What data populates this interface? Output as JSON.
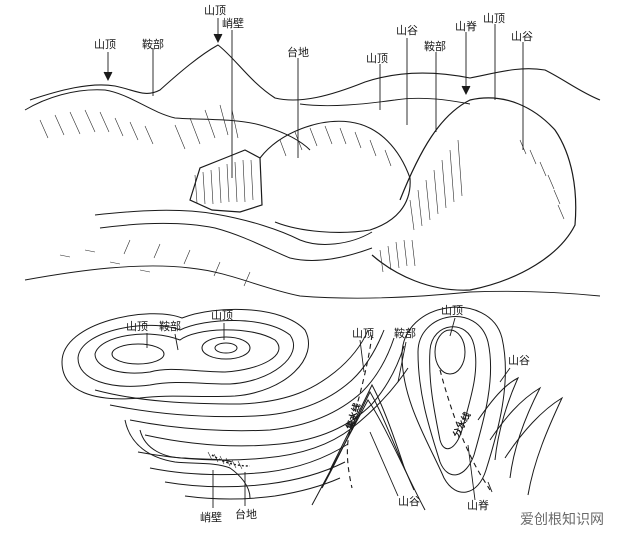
{
  "sketch_labels": {
    "peak_left": "山顶",
    "saddle_left": "鞍部",
    "peak_center": "山顶",
    "cliff": "峭壁",
    "plateau": "台地",
    "peak_mid": "山顶",
    "valley_mid": "山谷",
    "saddle_right": "鞍部",
    "ridge": "山脊",
    "peak_right": "山顶",
    "valley_right": "山谷"
  },
  "map_labels": {
    "peak_a": "山顶",
    "saddle_a": "鞍部",
    "peak_b": "山顶",
    "peak_c": "山顶",
    "saddle_c": "鞍部",
    "peak_d": "山顶",
    "valley_d": "山谷",
    "collecting_line": "集水线",
    "watershed_line": "分水线",
    "cliff": "峭壁",
    "plateau": "台地",
    "valley_bottom": "山谷",
    "ridge_bottom": "山脊"
  },
  "watermark": "爱创根知识网"
}
